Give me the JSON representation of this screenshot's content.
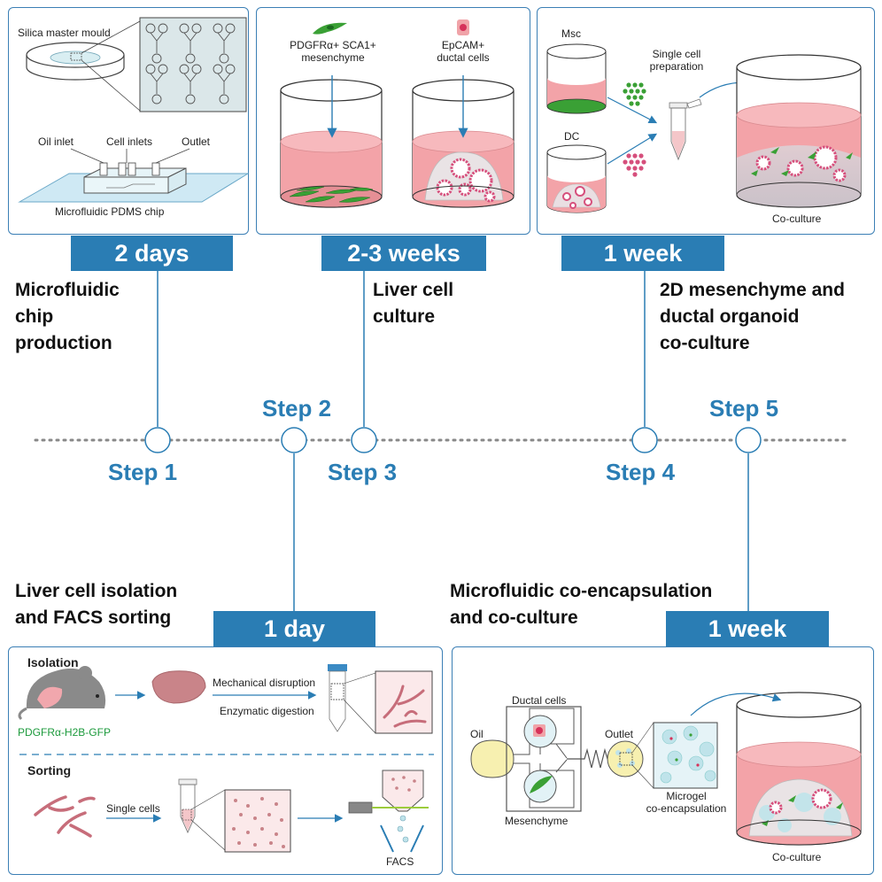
{
  "steps": [
    {
      "label": "Step 1",
      "duration": "2 days",
      "title_lines": [
        "Microfluidic",
        "chip",
        "production"
      ]
    },
    {
      "label": "Step 2",
      "duration": "1 day",
      "title_lines": [
        "Liver cell isolation",
        "and FACS sorting"
      ]
    },
    {
      "label": "Step 3",
      "duration": "2-3 weeks",
      "title_lines": [
        "Liver cell",
        "culture"
      ]
    },
    {
      "label": "Step 4",
      "duration": "1 week",
      "title_lines": [
        "2D mesenchyme and",
        "ductal organoid",
        "co-culture"
      ]
    },
    {
      "label": "Step 5",
      "duration": "1 week",
      "title_lines": [
        "Microfluidic co-encapsulation",
        "and co-culture"
      ]
    }
  ],
  "panel1": {
    "mould_label": "Silica master mould",
    "oil_inlet": "Oil inlet",
    "cell_inlets": "Cell inlets",
    "outlet": "Outlet",
    "chip_label": "Microfluidic PDMS chip"
  },
  "panel3": {
    "mesenchyme_lines": [
      "PDGFRα+ SCA1+",
      "mesenchyme"
    ],
    "ductal_lines": [
      "EpCAM+",
      "ductal cells"
    ]
  },
  "panel4": {
    "msc": "Msc",
    "dc": "DC",
    "prep_lines": [
      "Single cell",
      "preparation"
    ],
    "coculture": "Co-culture"
  },
  "panel2": {
    "isolation": "Isolation",
    "mouse_label": "PDGFRα-H2B-GFP",
    "mechanical": "Mechanical disruption",
    "enzymatic": "Enzymatic digestion",
    "sorting": "Sorting",
    "single_cells": "Single cells",
    "facs": "FACS"
  },
  "panel5": {
    "oil": "Oil",
    "ductal_cells": "Ductal cells",
    "outlet": "Outlet",
    "mesenchyme": "Mesenchyme",
    "microgel_lines": [
      "Microgel",
      "co-encapsulation"
    ],
    "coculture": "Co-culture"
  },
  "colors": {
    "accent": "#2a7db4",
    "media": "#f3a3a8",
    "gel": "#bfe3ea",
    "mesenchyme_green": "#3aa035",
    "ductal_pink": "#d64f7c"
  }
}
